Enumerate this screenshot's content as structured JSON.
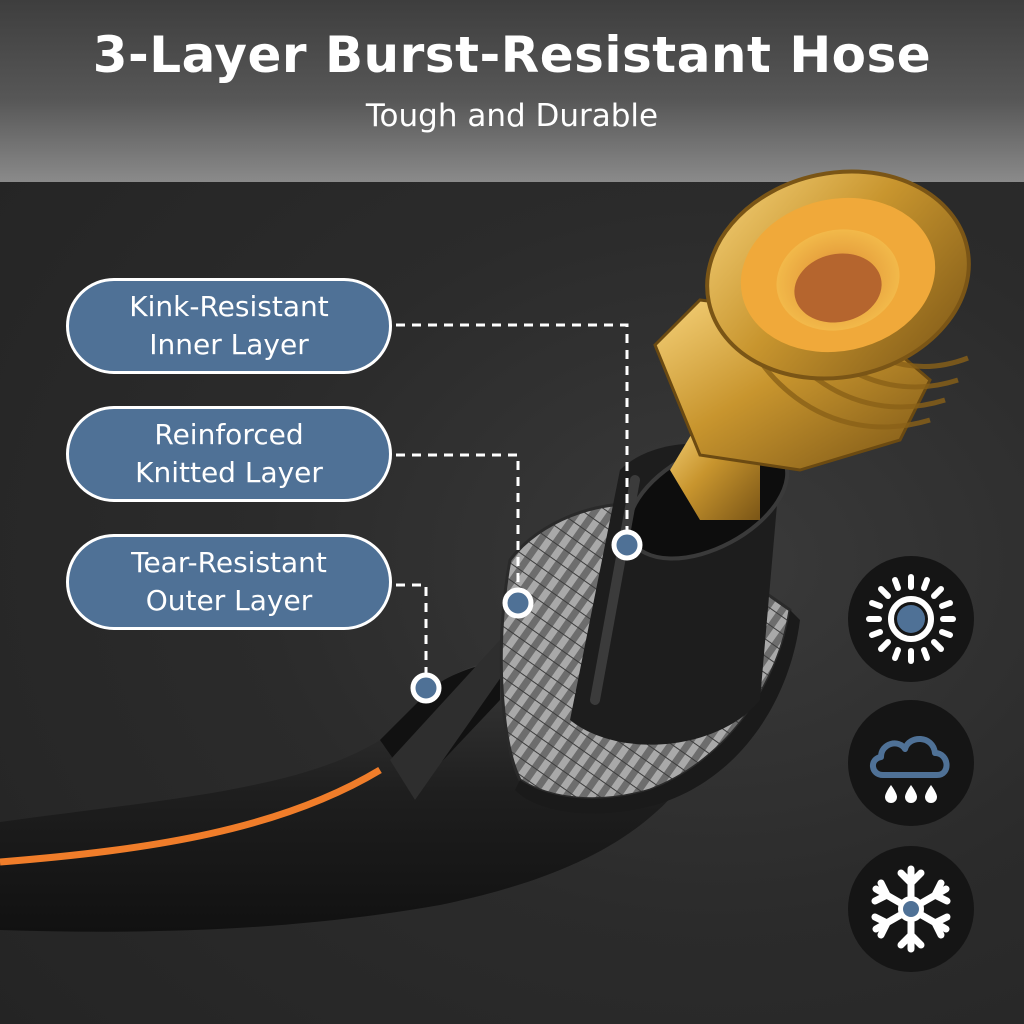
{
  "header": {
    "title": "3-Layer Burst-Resistant Hose",
    "subtitle": "Tough and Durable"
  },
  "layers": [
    {
      "line1": "Kink-Resistant",
      "line2": "Inner Layer"
    },
    {
      "line1": "Reinforced",
      "line2": "Knitted Layer"
    },
    {
      "line1": "Tear-Resistant",
      "line2": "Outer Layer"
    }
  ],
  "weather_icons": [
    "sun-icon",
    "rain-cloud-icon",
    "snowflake-icon"
  ],
  "colors": {
    "pill_fill": "#4f7196",
    "brass": "#c8952e",
    "hose_black": "#1b1b1b",
    "accent_orange": "#f07d2a",
    "leader_line": "#ffffff"
  }
}
